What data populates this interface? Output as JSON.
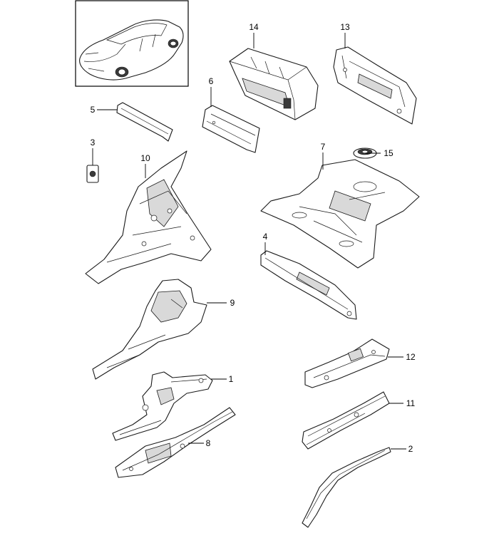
{
  "callouts": {
    "p1": "1",
    "p2": "2",
    "p3": "3",
    "p4": "4",
    "p5": "5",
    "p6": "6",
    "p7": "7",
    "p8": "8",
    "p9": "9",
    "p10": "10",
    "p11": "11",
    "p12": "12",
    "p13": "13",
    "p14": "14",
    "p15": "15"
  },
  "colors": {
    "line": "#1a1a1a",
    "shade": "#d9d9d9",
    "background": "#ffffff"
  }
}
